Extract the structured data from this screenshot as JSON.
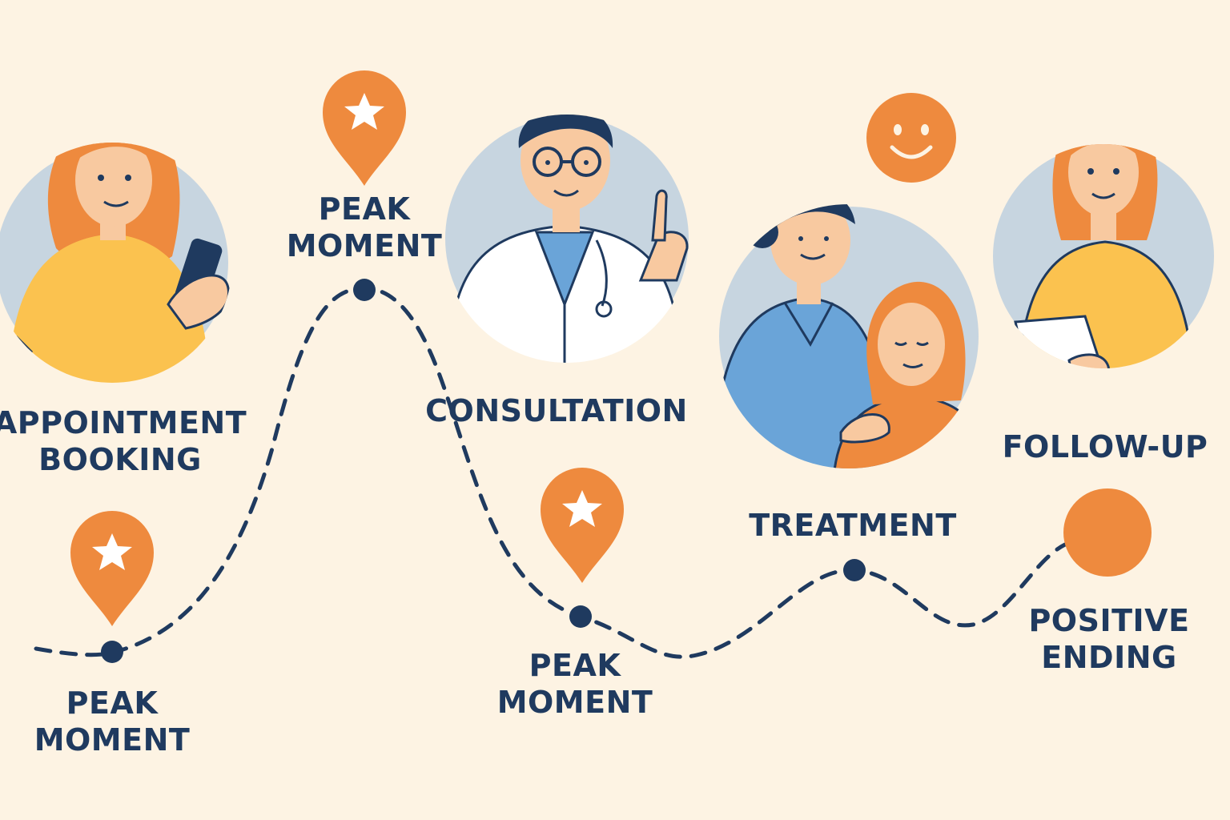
{
  "colors": {
    "background": "#fdf3e3",
    "navy": "#1f3a5f",
    "orange": "#ee8a3e",
    "yellow": "#fbc24f",
    "light_blue_circle": "#c7d5e0",
    "blue_shirt": "#6aa4d8",
    "skin": "#f8c9a0"
  },
  "stages": {
    "appointment": {
      "line1": "APPOINTMENT",
      "line2": "BOOKING"
    },
    "consultation": {
      "line1": "CONSULTATION"
    },
    "treatment": {
      "line1": "TREATMENT"
    },
    "followup": {
      "line1": "FOLLOW-UP"
    }
  },
  "markers": {
    "peak_top": {
      "line1": "PEAK",
      "line2": "MOMENT"
    },
    "peak_left": {
      "line1": "PEAK",
      "line2": "MOMENT"
    },
    "peak_mid": {
      "line1": "PEAK",
      "line2": "MOMENT"
    },
    "ending": {
      "line1": "POSITIVE",
      "line2": "ENDING"
    }
  },
  "icons": [
    "star-pin-icon",
    "smiley-icon",
    "orange-dot-icon",
    "journey-path"
  ]
}
